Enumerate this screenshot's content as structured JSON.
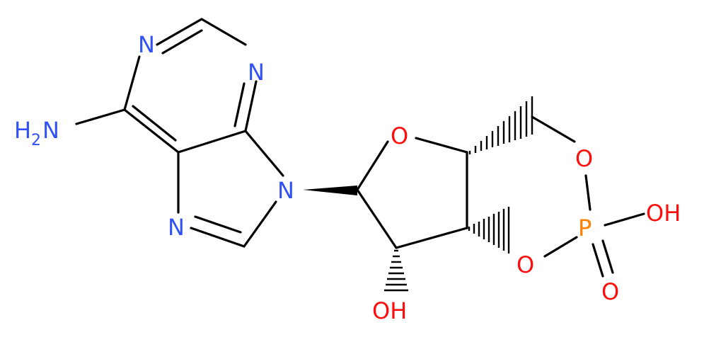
{
  "colors": {
    "bond": "#000000",
    "nitrogen": "#3050F8",
    "oxygen": "#FF0D0D",
    "phosphorus": "#FF8000"
  },
  "atoms": {
    "n1": "N",
    "n3": "N",
    "n7": "N",
    "n9": "N",
    "nh2_h": "H",
    "nh2_sub": "2",
    "nh2_n": "N",
    "o_ring": "O",
    "o_5": "O",
    "o_3": "O",
    "p": "P",
    "p_oh": "OH",
    "p_o": "O",
    "c2_oh": "OH"
  }
}
